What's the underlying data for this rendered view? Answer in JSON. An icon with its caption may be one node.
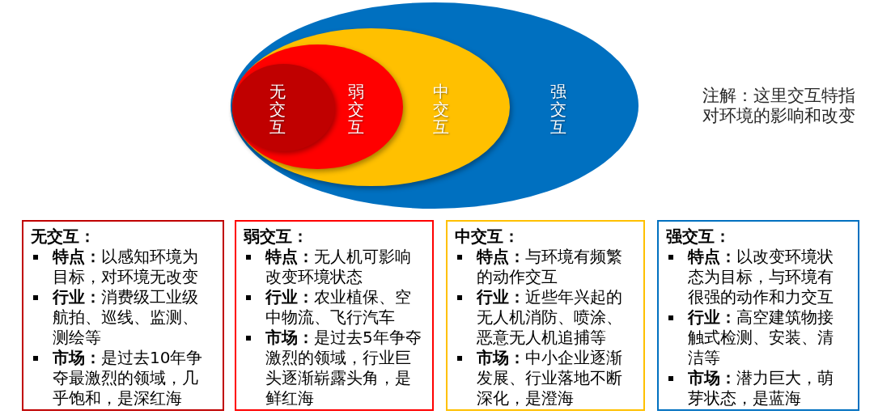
{
  "diagram": {
    "nodes": [
      {
        "text": [
          "强交互"
        ]
      },
      {
        "text": [
          "中交互"
        ],
        "in": 0
      },
      {
        "text": [
          "弱交互"
        ],
        "in": 1
      },
      {
        "text": [
          "无交互"
        ],
        "in": 2
      },
      {
        "text": [
          "无交互：",
          "**特点：**以感知环境为目标，对环境无改变",
          "**行业：**消费级工业级航拍、巡线、监测、测绘等",
          "**市场：**是过去10年争夺最激烈的领域，几乎饱和，是深红海"
        ]
      },
      {
        "text": [
          "弱交互：",
          "**特点：**无人机可影响改变环境状态",
          "**行业：**农业植保、空中物流、飞行汽车",
          "**市场：**是过去5年争夺激烈的领域，行业巨头逐渐崭露头角，是鲜红海"
        ]
      },
      {
        "text": [
          "中交互：",
          "**特点：**与环境有频繁的动作交互",
          "**行业：**近些年兴起的无人机消防、喷涂、恶意无人机追捕等",
          "**市场：**中小企业逐渐发展、行业落地不断深化，是澄海"
        ]
      },
      {
        "text": [
          "强交互：",
          "**特点：**以改变环境状态为目标，与环境有很强的动作和力交互",
          "**行业：**高空建筑物接触式检测、安装、清洁等",
          "**市场：**潜力巨大，萌芽状态，是蓝海"
        ]
      }
    ],
    "labels": [
      "注解：这里交互特指对环境的影响和改变"
    ]
  }
}
